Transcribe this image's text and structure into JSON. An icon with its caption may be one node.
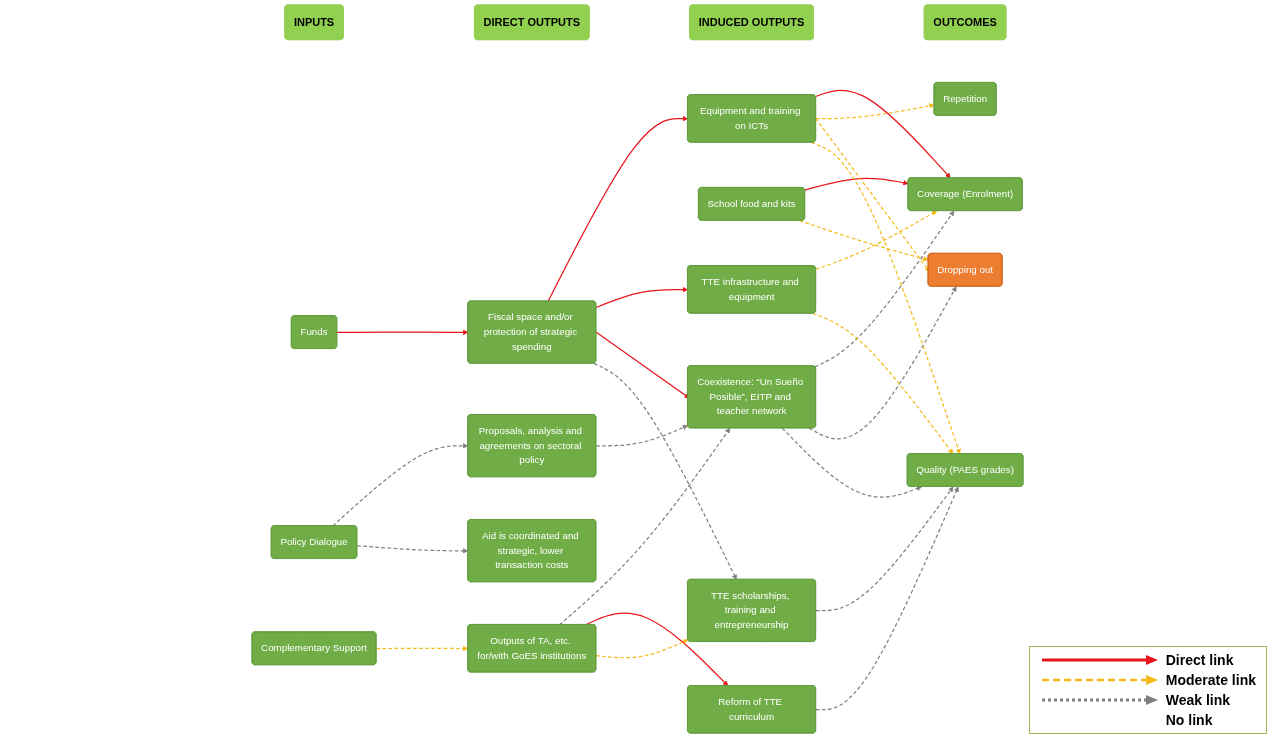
{
  "diagram": {
    "nodes": [
      {
        "text": [
          "INPUTS"
        ]
      },
      {
        "text": [
          "DIRECT OUTPUTS"
        ]
      },
      {
        "text": [
          "INDUCED OUTPUTS"
        ]
      },
      {
        "text": [
          "OUTCOMES"
        ]
      },
      {
        "text": [
          "Funds"
        ]
      },
      {
        "text": [
          "Complementary Support"
        ]
      },
      {
        "text": [
          "Policy Dialogue"
        ]
      },
      {
        "text": [
          "Fiscal space and/or protection of strategic spending"
        ]
      },
      {
        "text": [
          "Outputs of TA, etc. for/with GoES institutions"
        ]
      },
      {
        "text": [
          "Proposals, analysis and agreements on sectoral policy"
        ]
      },
      {
        "text": [
          "Aid is coordinated and strategic, lower transaction costs"
        ]
      },
      {
        "text": [
          "Coexistence: “Un Sueño Posible”, EITP and teacher network"
        ]
      },
      {
        "text": [
          "School food and kits"
        ]
      },
      {
        "text": [
          "Equipment and training on ICTs"
        ]
      },
      {
        "text": [
          "Reform of TTE curriculum"
        ]
      },
      {
        "text": [
          "TTE infrastructure and equipment"
        ]
      },
      {
        "text": [
          "TTE scholarships, training and entrepreneurship"
        ]
      },
      {
        "text": [
          "Coverage (Enrolment)"
        ]
      },
      {
        "text": [
          "Repetition"
        ]
      },
      {
        "text": [
          "Dropping out"
        ]
      },
      {
        "text": [
          "Quality (PAES grades)"
        ]
      }
    ],
    "edges": [
      {
        "from": 4,
        "to": 7,
        "arrow": "to",
        "color": "#e8141b"
      },
      {
        "from": 5,
        "to": 8,
        "arrow": "to",
        "style": "dashed",
        "color": "#f5b919"
      },
      {
        "from": 6,
        "to": 9,
        "arrow": "to",
        "style": "dashed",
        "color": "#7f7f7f"
      },
      {
        "from": 6,
        "to": 10,
        "arrow": "to",
        "style": "dashed",
        "color": "#7f7f7f"
      },
      {
        "from": 7,
        "to": 11,
        "arrow": "to",
        "color": "#e8141b"
      },
      {
        "from": 7,
        "to": 13,
        "arrow": "to",
        "color": "#e8141b"
      },
      {
        "from": 7,
        "to": 15,
        "arrow": "to",
        "color": "#e8141b"
      },
      {
        "from": 7,
        "to": 16,
        "arrow": "to",
        "style": "dashed",
        "color": "#7f7f7f"
      },
      {
        "from": 8,
        "to": 11,
        "arrow": "to",
        "style": "dashed",
        "color": "#7f7f7f"
      },
      {
        "from": 8,
        "to": 14,
        "arrow": "to",
        "color": "#e8141b"
      },
      {
        "from": 8,
        "to": 16,
        "arrow": "to",
        "style": "dashed",
        "color": "#f5b919"
      },
      {
        "from": 9,
        "to": 11,
        "arrow": "to",
        "style": "dashed",
        "color": "#7f7f7f"
      },
      {
        "from": 11,
        "to": 17,
        "arrow": "to",
        "style": "dashed",
        "color": "#7f7f7f"
      },
      {
        "from": 11,
        "to": 19,
        "arrow": "to",
        "style": "dashed",
        "color": "#7f7f7f"
      },
      {
        "from": 11,
        "to": 20,
        "arrow": "to",
        "style": "dashed",
        "color": "#7f7f7f"
      },
      {
        "from": 12,
        "to": 17,
        "arrow": "to",
        "color": "#e8141b"
      },
      {
        "from": 12,
        "to": 19,
        "arrow": "to",
        "style": "dashed",
        "color": "#f5b919"
      },
      {
        "from": 13,
        "to": 17,
        "arrow": "to",
        "color": "#e8141b"
      },
      {
        "from": 13,
        "to": 18,
        "arrow": "to",
        "style": "dashed",
        "color": "#f5b919"
      },
      {
        "from": 13,
        "to": 19,
        "arrow": "to",
        "style": "dashed",
        "color": "#f5b919"
      },
      {
        "from": 13,
        "to": 20,
        "arrow": "to",
        "style": "dashed",
        "color": "#f5b919"
      },
      {
        "from": 14,
        "to": 20,
        "arrow": "to",
        "style": "dashed",
        "color": "#7f7f7f"
      },
      {
        "from": 15,
        "to": 17,
        "arrow": "to",
        "style": "dashed",
        "color": "#f5b919"
      },
      {
        "from": 15,
        "to": 20,
        "arrow": "to",
        "style": "dashed",
        "color": "#f5b919"
      },
      {
        "from": 16,
        "to": 20,
        "arrow": "to",
        "style": "dashed",
        "color": "#7f7f7f"
      }
    ],
    "legend": [
      {
        "text": "Direct link"
      },
      {
        "text": "Moderate link"
      },
      {
        "text": "Weak link"
      },
      {
        "text": "No link"
      }
    ]
  }
}
